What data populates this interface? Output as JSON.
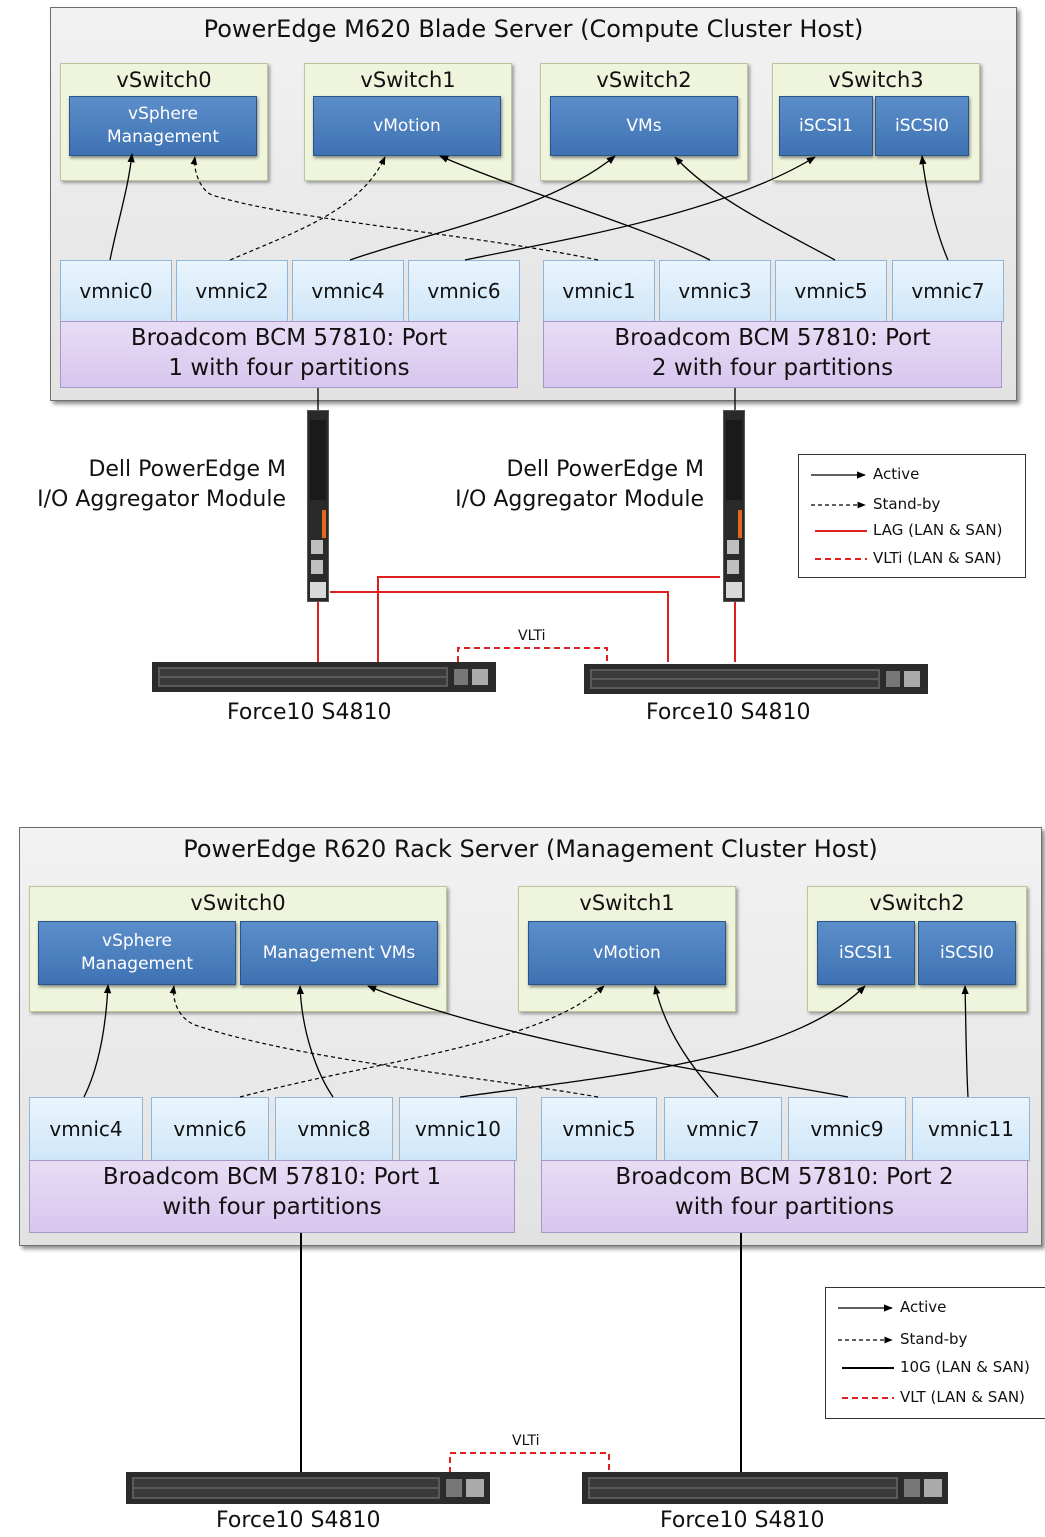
{
  "top": {
    "host_title": "PowerEdge M620 Blade Server (Compute Cluster Host)",
    "vswitches": [
      {
        "name": "vSwitch0",
        "portgroups": [
          "vSphere Management"
        ]
      },
      {
        "name": "vSwitch1",
        "portgroups": [
          "vMotion"
        ]
      },
      {
        "name": "vSwitch2",
        "portgroups": [
          "VMs"
        ]
      },
      {
        "name": "vSwitch3",
        "portgroups": [
          "iSCSI1",
          "iSCSI0"
        ]
      }
    ],
    "vmnics": [
      "vmnic0",
      "vmnic2",
      "vmnic4",
      "vmnic6",
      "vmnic1",
      "vmnic3",
      "vmnic5",
      "vmnic7"
    ],
    "ports": [
      "Broadcom BCM 57810: Port 1 with four partitions",
      "Broadcom BCM 57810: Port 2 with four partitions"
    ],
    "iom_label_line1": "Dell PowerEdge M",
    "iom_label_line2": "I/O Aggregator Module",
    "vlti_label": "VLTi",
    "switch_label": "Force10 S4810",
    "legend": [
      {
        "label": "Active",
        "style": "solid-arrow",
        "color": "#000000"
      },
      {
        "label": "Stand-by",
        "style": "dashed-arrow",
        "color": "#000000"
      },
      {
        "label": "LAG (LAN & SAN)",
        "style": "solid",
        "color": "#e02020"
      },
      {
        "label": "VLTi (LAN & SAN)",
        "style": "dashed",
        "color": "#e02020"
      }
    ]
  },
  "bottom": {
    "host_title": "PowerEdge R620 Rack Server (Management Cluster Host)",
    "vswitches": [
      {
        "name": "vSwitch0",
        "portgroups": [
          "vSphere Management",
          "Management VMs"
        ]
      },
      {
        "name": "vSwitch1",
        "portgroups": [
          "vMotion"
        ]
      },
      {
        "name": "vSwitch2",
        "portgroups": [
          "iSCSI1",
          "iSCSI0"
        ]
      }
    ],
    "vmnics": [
      "vmnic4",
      "vmnic6",
      "vmnic8",
      "vmnic10",
      "vmnic5",
      "vmnic7",
      "vmnic9",
      "vmnic11"
    ],
    "ports": [
      "Broadcom BCM 57810: Port 1 with four partitions",
      "Broadcom BCM 57810: Port 2 with four partitions"
    ],
    "vlti_label": "VLTi",
    "switch_label": "Force10 S4810",
    "legend": [
      {
        "label": "Active",
        "style": "solid-arrow",
        "color": "#000000"
      },
      {
        "label": "Stand-by",
        "style": "dashed-arrow",
        "color": "#000000"
      },
      {
        "label": "10G (LAN & SAN)",
        "style": "solid",
        "color": "#000000"
      },
      {
        "label": "VLT (LAN & SAN)",
        "style": "dashed",
        "color": "#e02020"
      }
    ]
  },
  "colors": {
    "portgroup": "#4a7fbf",
    "vswitch": "#eef5dc",
    "vmnic": "#d9ecfa",
    "port": "#ddd0f0",
    "lag": "#e02020"
  }
}
